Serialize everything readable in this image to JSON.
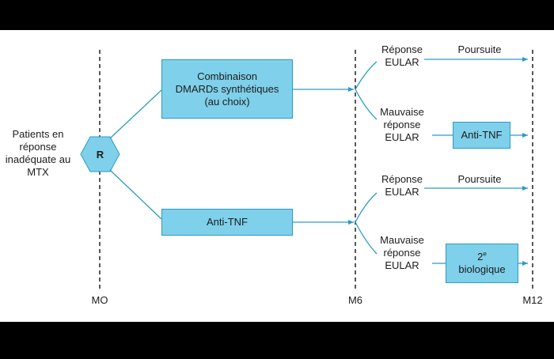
{
  "patient": {
    "line1": "Patients en",
    "line2": "réponse",
    "line3": "inadéquate au",
    "line4": "MTX"
  },
  "randomization": "R",
  "arm1": {
    "line1": "Combinaison",
    "line2": "DMARDs synthétiques",
    "line3": "(au choix)"
  },
  "arm2": "Anti-TNF",
  "branches": {
    "response_line1": "Réponse",
    "response_line2": "EULAR",
    "poor_line1": "Mauvaise",
    "poor_line2": "réponse",
    "poor_line3": "EULAR",
    "continuation": "Poursuite",
    "antitnf": "Anti-TNF",
    "second_num": "2",
    "second_sup": "e",
    "second_word": "biologique"
  },
  "timepoints": {
    "m0": "MO",
    "m6": "M6",
    "m12": "M12"
  },
  "colors": {
    "box_fill": "#7fd0ea",
    "box_border": "#2a9cc6",
    "line": "#2a9cc6"
  }
}
